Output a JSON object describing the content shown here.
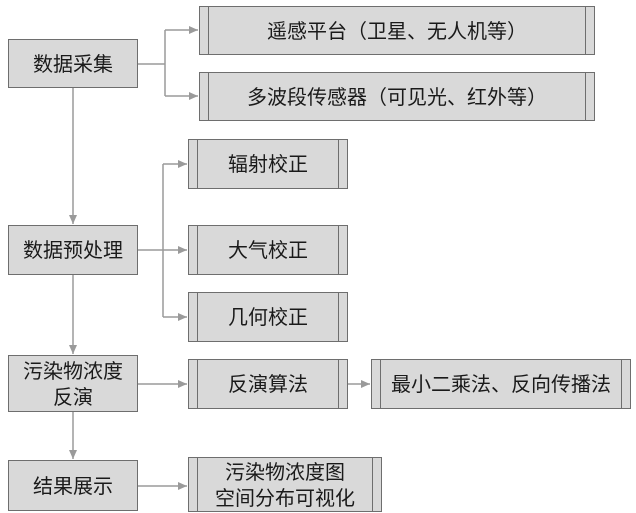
{
  "nodes": {
    "data_collection": "数据采集",
    "remote_platform": "遥感平台（卫星、无人机等）",
    "multiband_sensor": "多波段传感器（可见光、红外等）",
    "preprocessing": "数据预处理",
    "radiometric_correction": "辐射校正",
    "atmospheric_correction": "大气校正",
    "geometric_correction": "几何校正",
    "concentration_inversion": "污染物浓度\n反演",
    "inversion_algorithm": "反演算法",
    "least_squares": "最小二乘法、反向传播法",
    "result_display": "结果展示",
    "concentration_map": "污染物浓度图\n空间分布可视化"
  },
  "colors": {
    "box_fill": "#d9d9d9",
    "box_border": "#6e6e6e",
    "connector": "#9a9a9a",
    "text": "#1a1a1a"
  }
}
